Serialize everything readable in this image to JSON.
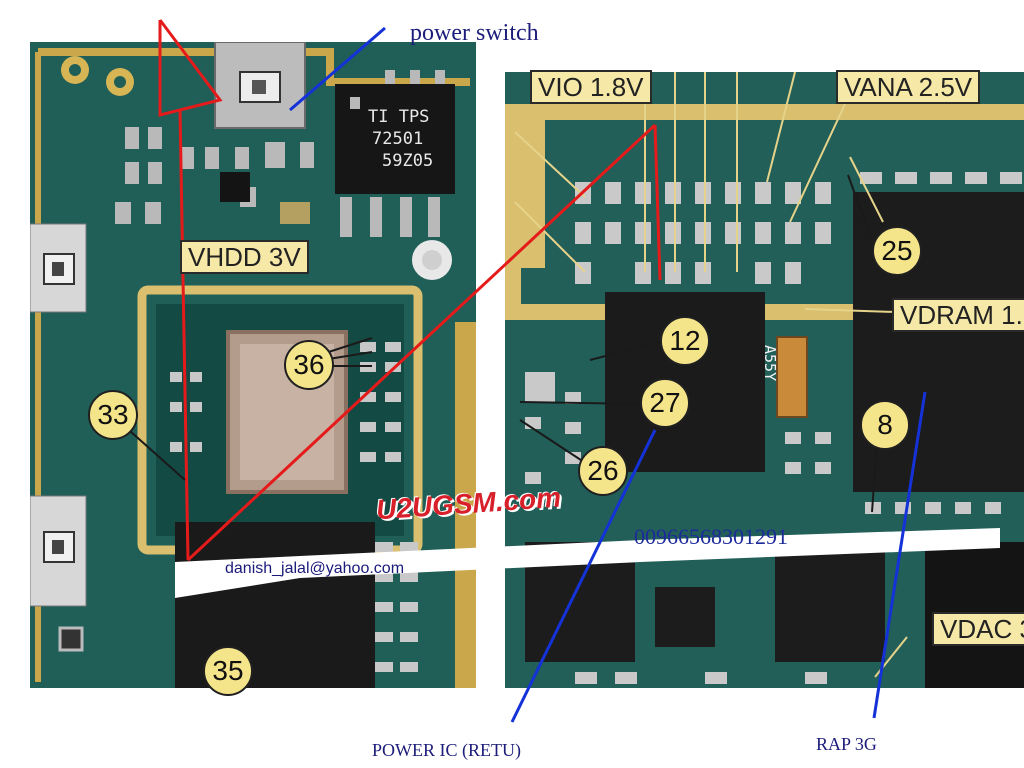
{
  "labels": {
    "power_switch": "power switch",
    "vhdd": "VHDD 3V",
    "vio": "VIO 1.8V",
    "vana": "VANA 2.5V",
    "vdram": "VDRAM 1.",
    "vdac": "VDAC 3",
    "power_ic": "POWER IC (RETU)",
    "rap": "RAP 3G",
    "email": "danish_jalal@yahoo.com",
    "phone": "00966568301291",
    "watermark": "U2UGSM.com"
  },
  "chip_text": {
    "tps_line1": "TI TPS",
    "tps_line2": "72501",
    "tps_line3": "59Z05",
    "a55y": "A55Y"
  },
  "markers": [
    "36",
    "33",
    "35",
    "12",
    "27",
    "26",
    "25",
    "8"
  ],
  "colors": {
    "board": "#1f5f58",
    "callout": "#f6e9a8",
    "red_line": "#e51a1a",
    "blue_line": "#1432d8",
    "watermark": "#d8202a",
    "caption": "#1c1c7a"
  }
}
